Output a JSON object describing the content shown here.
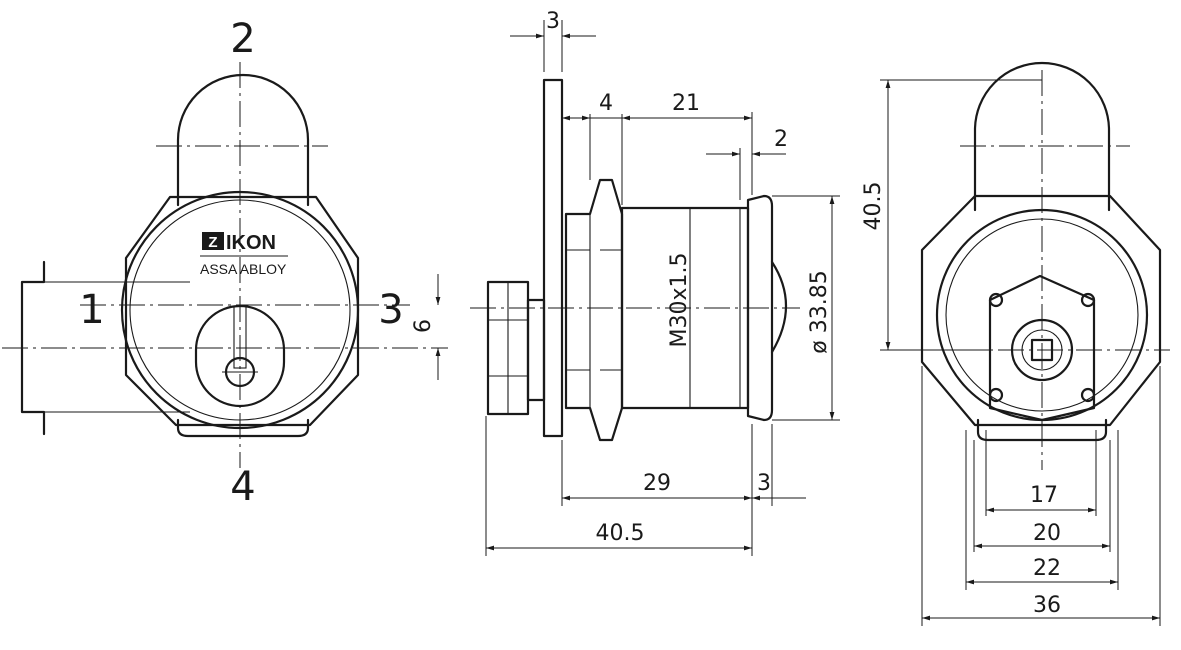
{
  "logo": {
    "brand": "IKON",
    "mark": "Z",
    "subtitle": "ASSA ABLOY"
  },
  "positions": {
    "top": "2",
    "left": "1",
    "right": "3",
    "bottom": "4"
  },
  "front_view": {
    "offset": "6"
  },
  "side_view": {
    "flange": "3",
    "nut": "4",
    "body": "21",
    "gap": "2",
    "thread": "M30x1.5",
    "diameter": "ø 33.85",
    "length": "29",
    "head": "3",
    "overall": "40.5"
  },
  "rear_view": {
    "height": "40.5",
    "w17": "17",
    "w20": "20",
    "w22": "22",
    "w36": "36"
  }
}
